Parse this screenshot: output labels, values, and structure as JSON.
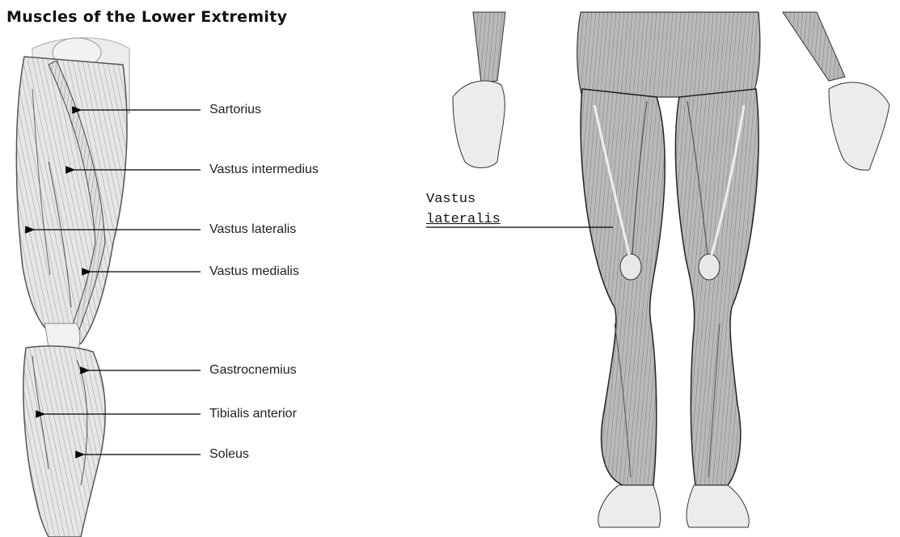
{
  "title": "Muscles of the Lower Extremity",
  "left_labels": [
    "Sartorius",
    "Vastus intermedius",
    "Vastus lateralis",
    "Vastus medialis",
    "Gastrocnemius",
    "Tibialis anterior",
    "Soleus"
  ],
  "right_label": {
    "line1": "Vastus",
    "line2": "lateralis"
  }
}
